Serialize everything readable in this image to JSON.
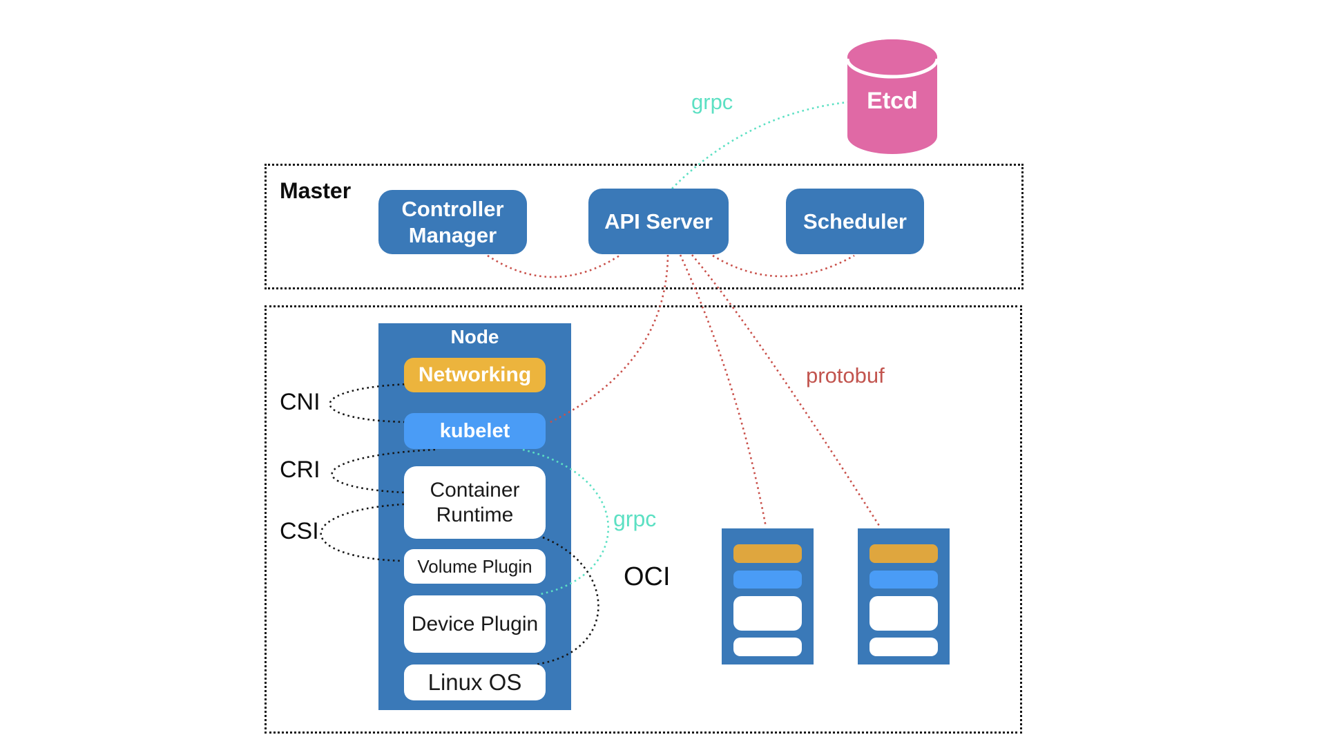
{
  "master": {
    "label": "Master",
    "controller_manager": "Controller Manager",
    "api_server": "API Server",
    "scheduler": "Scheduler"
  },
  "etcd": {
    "label": "Etcd"
  },
  "node": {
    "title": "Node",
    "components": {
      "networking": "Networking",
      "kubelet": "kubelet",
      "container_runtime": "Container Runtime",
      "volume_plugin": "Volume Plugin",
      "device_plugin": "Device Plugin",
      "linux_os": "Linux OS"
    }
  },
  "labels": {
    "grpc_top": "grpc",
    "grpc_mid": "grpc",
    "protobuf": "protobuf",
    "oci": "OCI",
    "cni": "CNI",
    "cri": "CRI",
    "csi": "CSI"
  },
  "colors": {
    "primary_blue": "#3a79b8",
    "light_blue": "#4a9cf6",
    "networking_yellow": "#ecb43d",
    "mini_yellow": "#dfa63e",
    "etcd_pink": "#e069a5",
    "grpc_teal": "#5ce0c3",
    "protobuf_red": "#c9504a",
    "line_black": "#161616"
  }
}
